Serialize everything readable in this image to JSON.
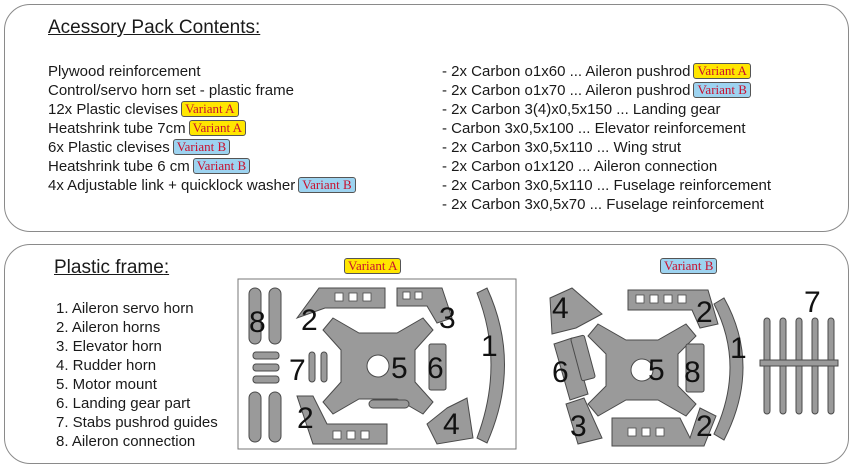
{
  "contents": {
    "title": "Acessory Pack Contents",
    "title_suffix": ":",
    "left_items": [
      {
        "text": "Plywood reinforcement",
        "badge": ""
      },
      {
        "text": "Control/servo horn set - plastic frame",
        "badge": ""
      },
      {
        "text": "12x Plastic clevises",
        "badge": "Variant A"
      },
      {
        "text": "Heatshrink tube 7cm",
        "badge": "Variant A"
      },
      {
        "text": "6x Plastic clevises",
        "badge": "Variant B"
      },
      {
        "text": "Heatshrink tube 6 cm",
        "badge": "Variant B"
      },
      {
        "text": "4x Adjustable link + quicklock washer",
        "badge": "Variant B"
      }
    ],
    "right_items": [
      {
        "text": "- 2x Carbon o1x60 ... Aileron pushrod",
        "badge": "Variant A"
      },
      {
        "text": "- 2x Carbon o1x70 ... Aileron pushrod",
        "badge": "Variant B"
      },
      {
        "text": "- 2x Carbon 3(4)x0,5x150 ... Landing gear",
        "badge": ""
      },
      {
        "text": "- Carbon 3x0,5x100 ... Elevator reinforcement",
        "badge": ""
      },
      {
        "text": "- 2x Carbon 3x0,5x110 ... Wing strut",
        "badge": ""
      },
      {
        "text": "- 2x Carbon o1x120 ... Aileron connection",
        "badge": ""
      },
      {
        "text": "- 2x Carbon 3x0,5x110 ... Fuselage reinforcement",
        "badge": ""
      },
      {
        "text": "- 2x Carbon 3x0,5x70 ... Fuselage reinforcement",
        "badge": ""
      }
    ]
  },
  "frame": {
    "title": "Plastic frame",
    "title_suffix": ":",
    "legend": [
      "1. Aileron servo horn",
      "2. Aileron horns",
      "3. Elevator horn",
      "4. Rudder horn",
      "5. Motor mount",
      "6. Landing gear part",
      "7. Stabs pushrod guides",
      "8. Aileron connection"
    ],
    "variant_a_label": "Variant A",
    "variant_b_label": "Variant B",
    "variant_a_numbers": {
      "n8": "8",
      "n2a": "2",
      "n3": "3",
      "n1": "1",
      "n7": "7",
      "n5": "5",
      "n6": "6",
      "n2b": "2",
      "n4": "4"
    },
    "variant_b_numbers": {
      "n4": "4",
      "n2a": "2",
      "n7": "7",
      "n1": "1",
      "n6": "6",
      "n5": "5",
      "n8": "8",
      "n3": "3",
      "n2b": "2"
    }
  },
  "colors": {
    "variant_a_fill": "#ffe600",
    "variant_b_fill": "#9dd3f0",
    "badge_text": "#c8102e",
    "part_fill": "#9a9a9a",
    "part_stroke": "#4a4a4a"
  }
}
